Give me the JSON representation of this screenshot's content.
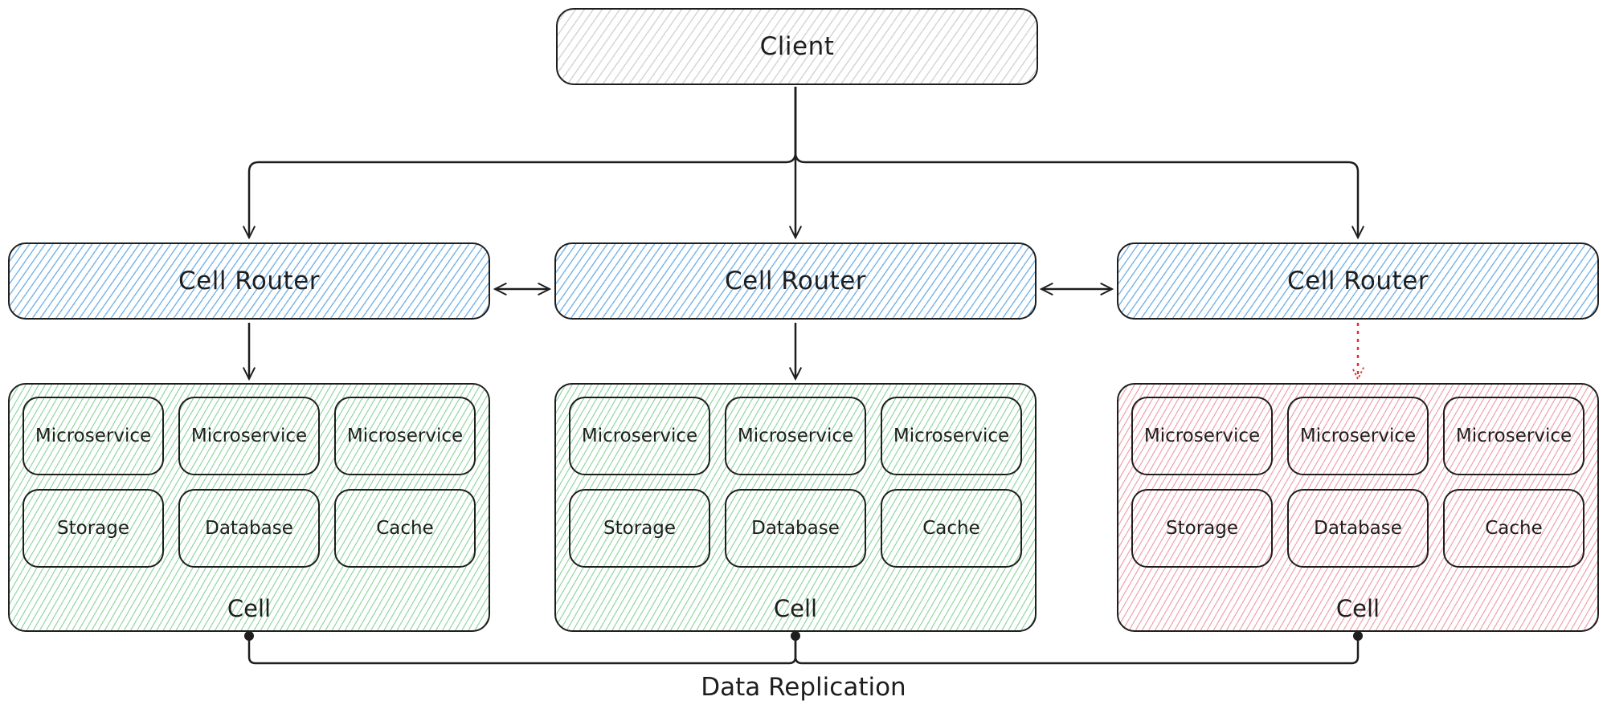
{
  "diagram": {
    "client": {
      "label": "Client"
    },
    "routers": [
      {
        "label": "Cell Router"
      },
      {
        "label": "Cell Router"
      },
      {
        "label": "Cell Router"
      }
    ],
    "cells": [
      {
        "label": "Cell",
        "status": "healthy",
        "fill_color": "#b2f2bb",
        "components": [
          "Microservice",
          "Microservice",
          "Microservice",
          "Storage",
          "Database",
          "Cache"
        ]
      },
      {
        "label": "Cell",
        "status": "healthy",
        "fill_color": "#b2f2bb",
        "components": [
          "Microservice",
          "Microservice",
          "Microservice",
          "Storage",
          "Database",
          "Cache"
        ]
      },
      {
        "label": "Cell",
        "status": "failed",
        "fill_color": "#ffc9c9",
        "components": [
          "Microservice",
          "Microservice",
          "Microservice",
          "Storage",
          "Database",
          "Cache"
        ]
      }
    ],
    "replication_label": "Data Replication",
    "colors": {
      "stroke": "#1e1e1e",
      "client_fill": "#e9ecef",
      "router_fill": "#a5d8ff",
      "healthy_cell_fill": "#b2f2bb",
      "failed_cell_fill": "#ffc9c9",
      "failed_link": "#e03131"
    },
    "connections": [
      {
        "from": "client",
        "to": "router-1",
        "style": "solid"
      },
      {
        "from": "client",
        "to": "router-2",
        "style": "solid"
      },
      {
        "from": "client",
        "to": "router-3",
        "style": "solid"
      },
      {
        "from": "router-1",
        "to": "router-2",
        "style": "solid-bidirectional"
      },
      {
        "from": "router-2",
        "to": "router-3",
        "style": "solid-bidirectional"
      },
      {
        "from": "router-1",
        "to": "cell-1",
        "style": "solid"
      },
      {
        "from": "router-2",
        "to": "cell-2",
        "style": "solid"
      },
      {
        "from": "router-3",
        "to": "cell-3",
        "style": "dotted-red"
      },
      {
        "from": "cell-1",
        "to": "cell-2",
        "style": "replication"
      },
      {
        "from": "cell-2",
        "to": "cell-3",
        "style": "replication"
      }
    ]
  }
}
